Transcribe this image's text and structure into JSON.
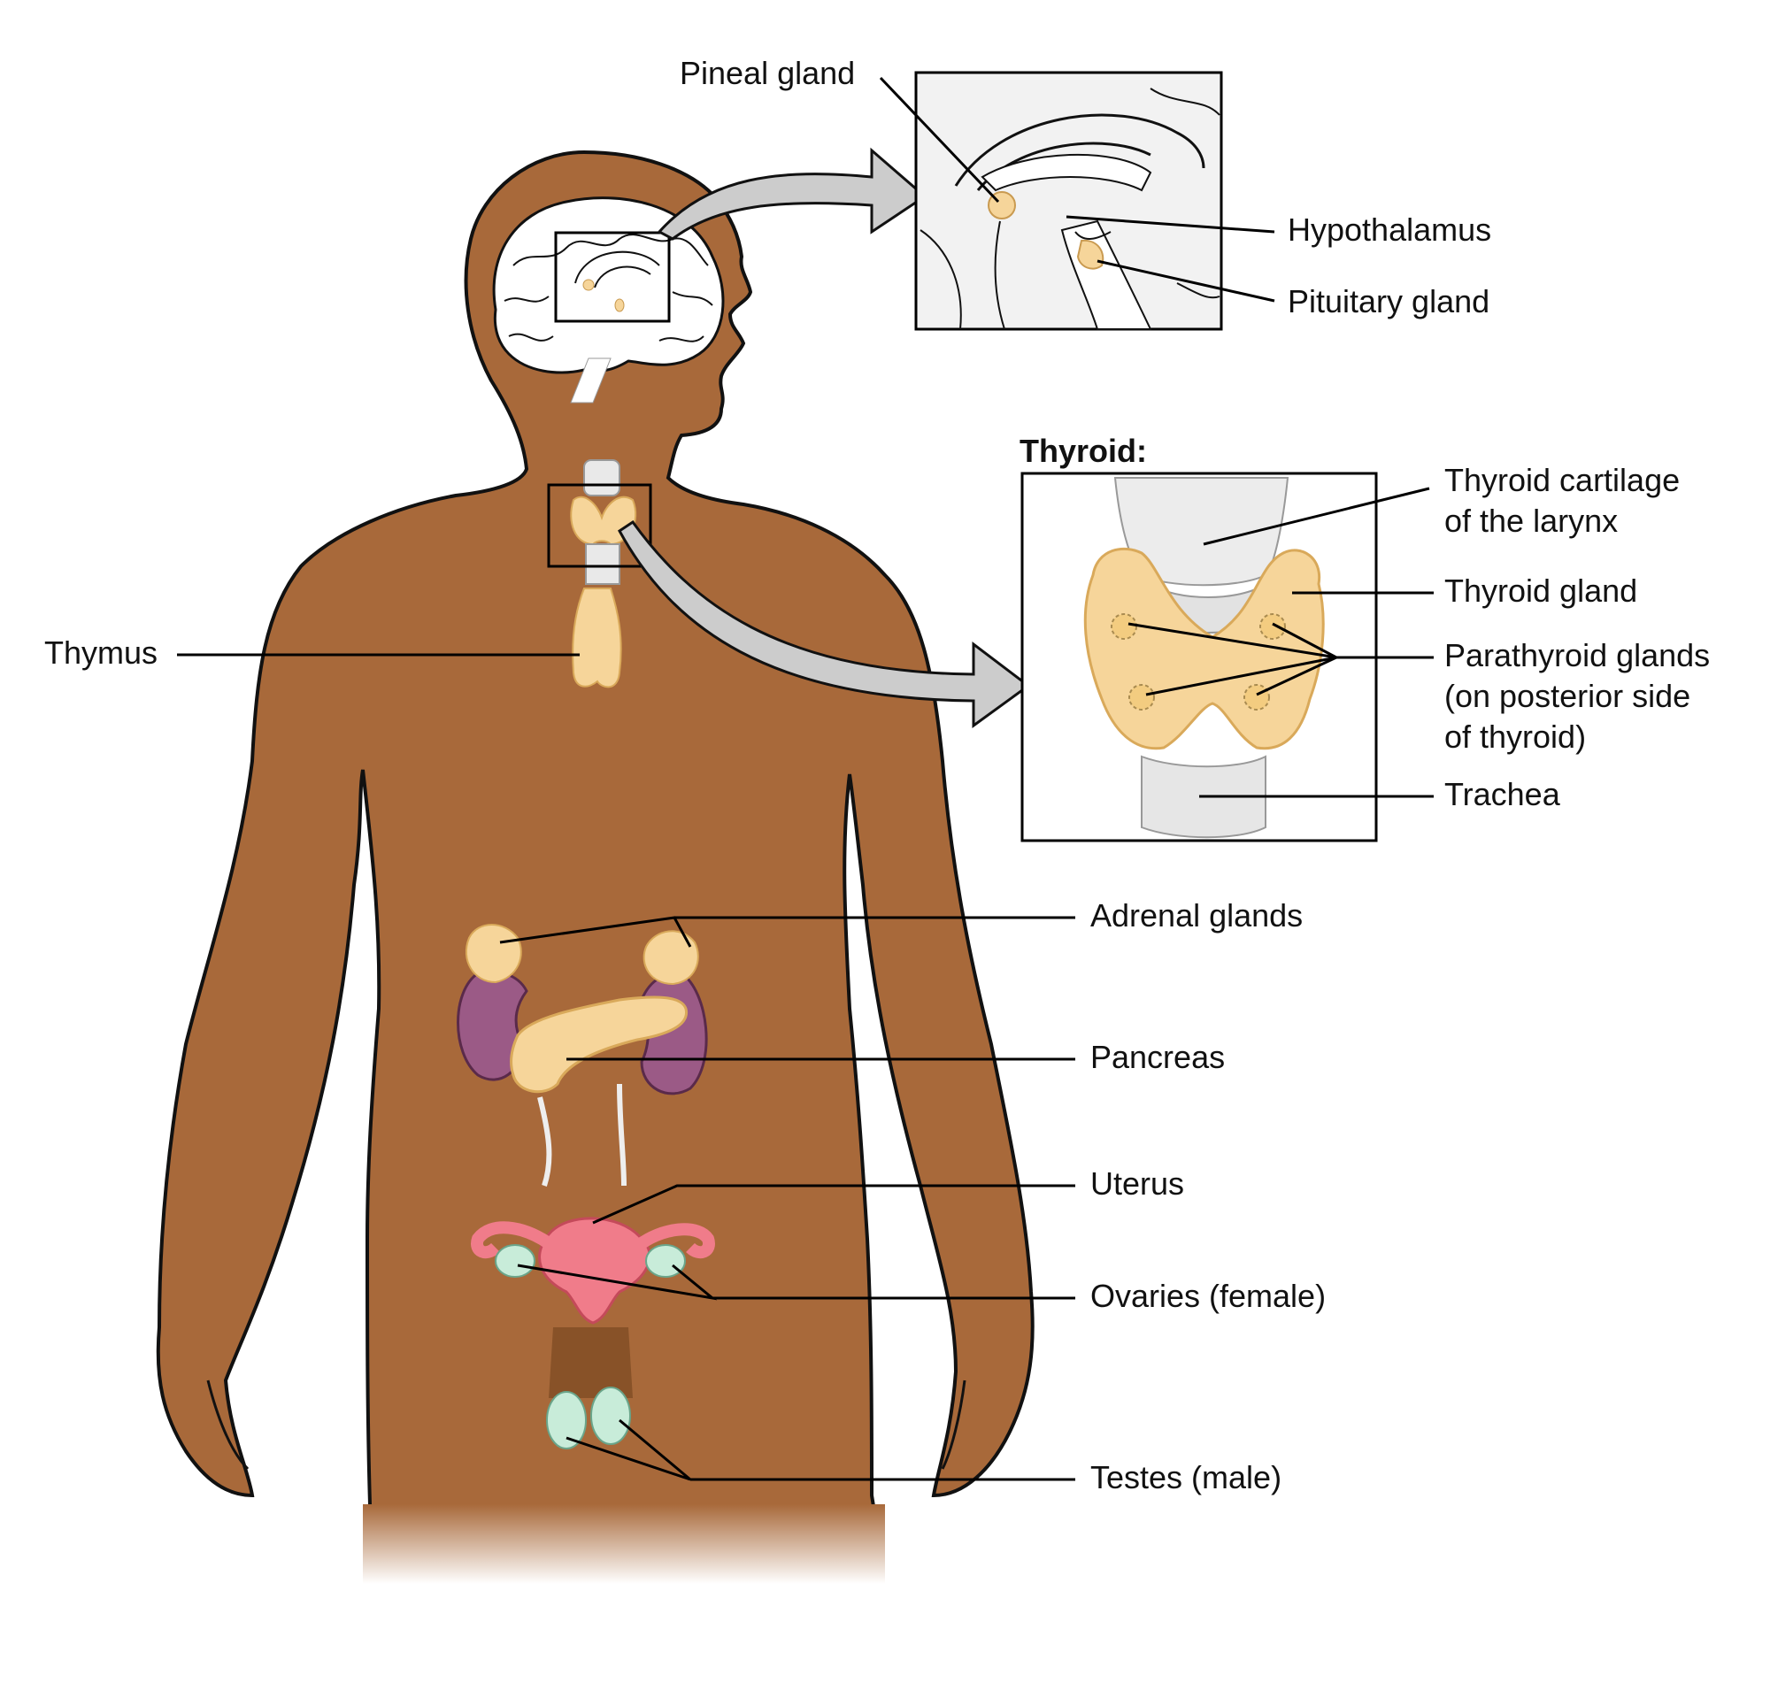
{
  "labels": {
    "pineal": "Pineal gland",
    "hypothalamus": "Hypothalamus",
    "pituitary": "Pituitary gland",
    "thyroid_heading": "Thyroid:",
    "thyroid_cartilage_1": "Thyroid cartilage",
    "thyroid_cartilage_2": "of the larynx",
    "thyroid_gland": "Thyroid gland",
    "parathyroid_1": "Parathyroid glands",
    "parathyroid_2": "(on posterior side",
    "parathyroid_3": "of thyroid)",
    "trachea": "Trachea",
    "thymus": "Thymus",
    "adrenal": "Adrenal glands",
    "pancreas": "Pancreas",
    "uterus": "Uterus",
    "ovaries": "Ovaries (female)",
    "testes": "Testes (male)"
  },
  "colors": {
    "skin": "#a8693a",
    "gland": "#f6d59a",
    "gland_edge": "#d9a95a",
    "kidney": "#9b5a86",
    "uterus": "#f07c8a",
    "gonad": "#c8ecd9",
    "arrow": "#cccccc",
    "line": "#000000"
  }
}
